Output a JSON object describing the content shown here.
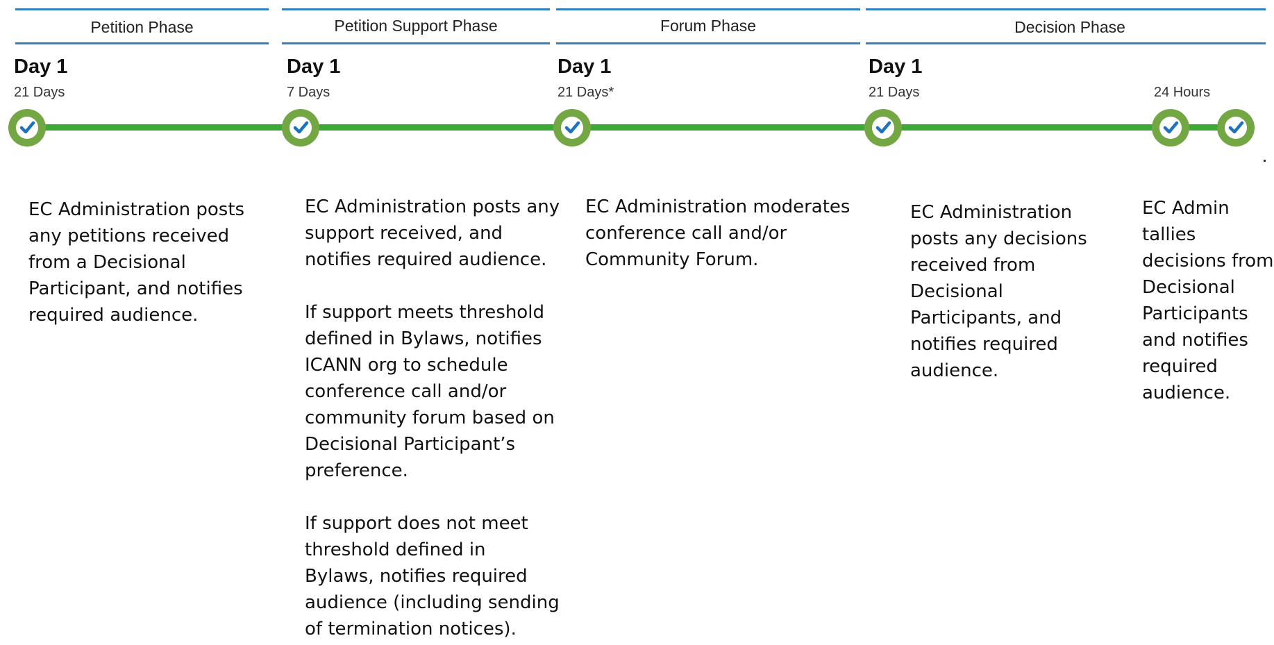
{
  "phases": [
    {
      "label": "Petition Phase",
      "day": "Day 1",
      "duration": "21 Days"
    },
    {
      "label": "Petition Support Phase",
      "day": "Day 1",
      "duration": "7 Days"
    },
    {
      "label": "Forum Phase",
      "day": "Day 1",
      "duration": "21 Days*"
    },
    {
      "label": "Decision Phase",
      "day": "Day 1",
      "duration": "21 Days",
      "final_duration": "24 Hours"
    }
  ],
  "descriptions": {
    "petition": [
      "EC Administration posts",
      "any petitions received",
      "from a Decisional",
      "Participant, and notifies",
      "required audience."
    ],
    "support_p1": [
      "EC Administration posts any",
      "support received, and",
      "notifies required audience."
    ],
    "support_p2": [
      "If support meets threshold",
      "defined in Bylaws, notifies",
      "ICANN org to schedule",
      "conference call and/or",
      "community forum based on",
      "Decisional Participant’s",
      "preference."
    ],
    "support_p3": [
      "If support does not meet",
      "threshold defined in",
      "Bylaws, notifies required",
      "audience (including sending",
      "of termination notices)."
    ],
    "forum": [
      "EC Administration moderates",
      "conference call and/or",
      "Community Forum."
    ],
    "decision": [
      "EC Administration",
      "posts any decisions",
      "received from",
      "Decisional",
      "Participants, and",
      "notifies required",
      "audience."
    ],
    "tally": [
      "EC Admin",
      "tallies",
      "decisions from",
      "Decisional",
      "Participants",
      "and notifies",
      "required",
      "audience."
    ]
  },
  "colors": {
    "header_rule": "#2f7fc1",
    "track": "#3aaa35",
    "marker": "#73a744",
    "check": "#1e73be"
  },
  "icons": {
    "marker": "check-circle-icon"
  }
}
